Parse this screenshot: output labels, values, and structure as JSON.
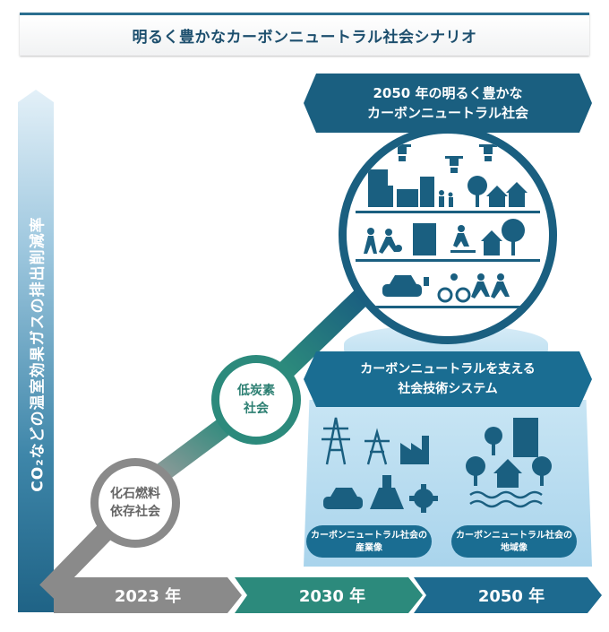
{
  "title": "明るく豊かなカーボンニュートラル社会シナリオ",
  "vertical_axis_label": "CO₂などの温室効果ガスの排出削減率",
  "timeline": [
    {
      "label": "2023 年",
      "color": "#8a8a8a"
    },
    {
      "label": "2030 年",
      "color": "#2c8a7c"
    },
    {
      "label": "2050 年",
      "color": "#1d6a8f"
    }
  ],
  "stages": {
    "fossil": {
      "line1": "化石燃料",
      "line2": "依存社会",
      "color": "#8a8a8a"
    },
    "low_carbon": {
      "line1": "低炭素",
      "line2": "社会",
      "color": "#2c8a7c"
    }
  },
  "future": {
    "banner_line1": "2050 年の明るく豊かな",
    "banner_line2": "カーボンニュートラル社会",
    "icons": [
      "drone-icon",
      "building-icon",
      "family-icon",
      "tree-icon",
      "house-icon",
      "walking-icon",
      "soccer-icon",
      "skateboard-icon",
      "ev-car-icon",
      "bicycle-icon",
      "running-icon"
    ]
  },
  "tech_system": {
    "banner_line1": "カーボンニュートラルを支える",
    "banner_line2": "社会技術システム",
    "icons": [
      "power-tower-icon",
      "factory-icon",
      "car-icon",
      "flask-icon",
      "gear-icon",
      "building-icon",
      "tree-icon",
      "house-icon",
      "water-icon"
    ],
    "pill_industry_line1": "カーボンニュートラル社会の",
    "pill_industry_line2": "産業像",
    "pill_region_line1": "カーボンニュートラル社会の",
    "pill_region_line2": "地域像"
  },
  "colors": {
    "navy": "#1a5f80",
    "teal": "#2c8a7c",
    "gray": "#8a8a8a",
    "light_blue": "#c8e5f4"
  }
}
